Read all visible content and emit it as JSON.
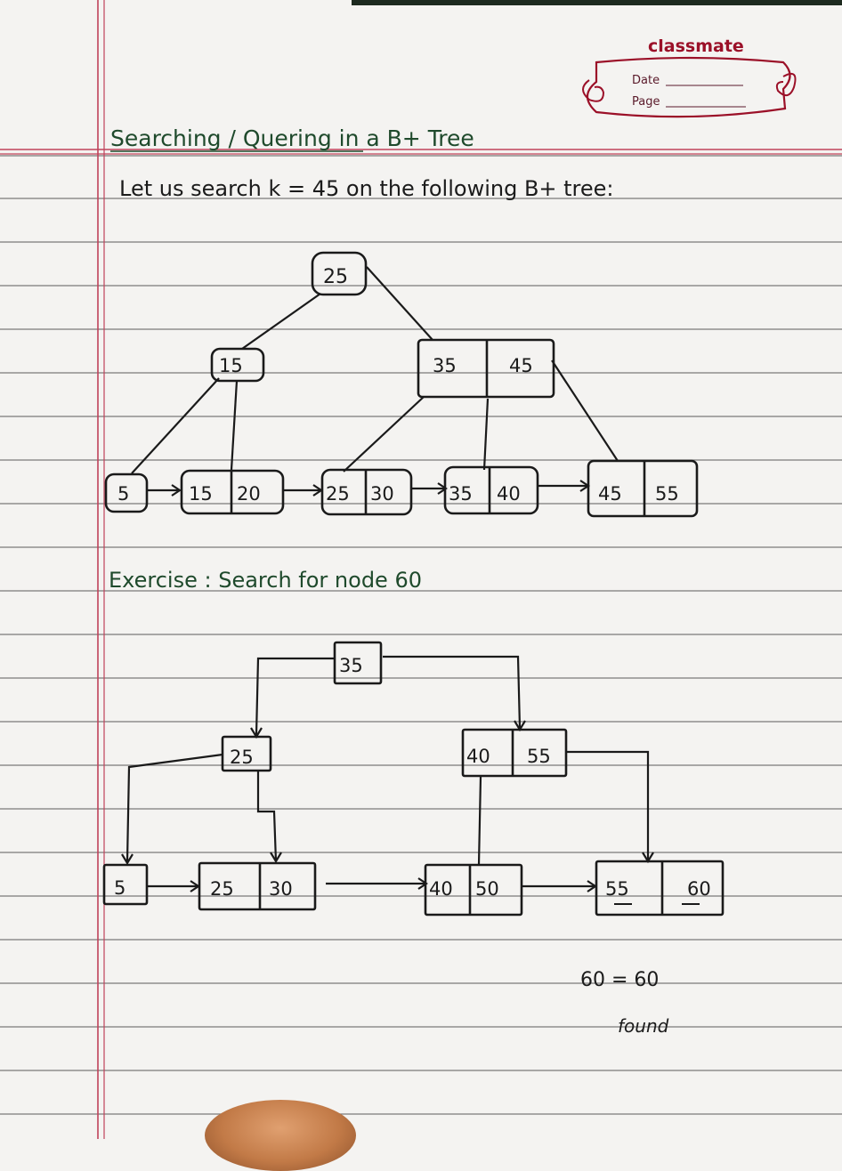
{
  "brand": {
    "name": "classmate",
    "date_label": "Date",
    "page_label": "Page"
  },
  "notes": {
    "title": "Searching / Quering in a B+ Tree",
    "intro": "Let us search k = 45 on the following B+ tree:",
    "exercise": "Exercise : Search for node 60",
    "result_line": "60 = 60",
    "result_word": "found"
  },
  "tree1": {
    "root": [
      "25"
    ],
    "internal": [
      [
        "15"
      ],
      [
        "35",
        "45"
      ]
    ],
    "leaves": [
      [
        "5"
      ],
      [
        "15",
        "20"
      ],
      [
        "25",
        "30"
      ],
      [
        "35",
        "40"
      ],
      [
        "45",
        "55"
      ]
    ]
  },
  "tree2": {
    "root": [
      "35"
    ],
    "internal": [
      [
        "25"
      ],
      [
        "40",
        "55"
      ]
    ],
    "leaves": [
      [
        "5"
      ],
      [
        "25",
        "30"
      ],
      [
        "40",
        "50"
      ],
      [
        "55",
        "60"
      ]
    ]
  },
  "colors": {
    "ink": "#1a1a1a",
    "heading_ink": "#1f4a2c",
    "brand_red": "#9b1028",
    "margin_red": "#c0425a",
    "rule_gray": "#6f6f6f"
  }
}
